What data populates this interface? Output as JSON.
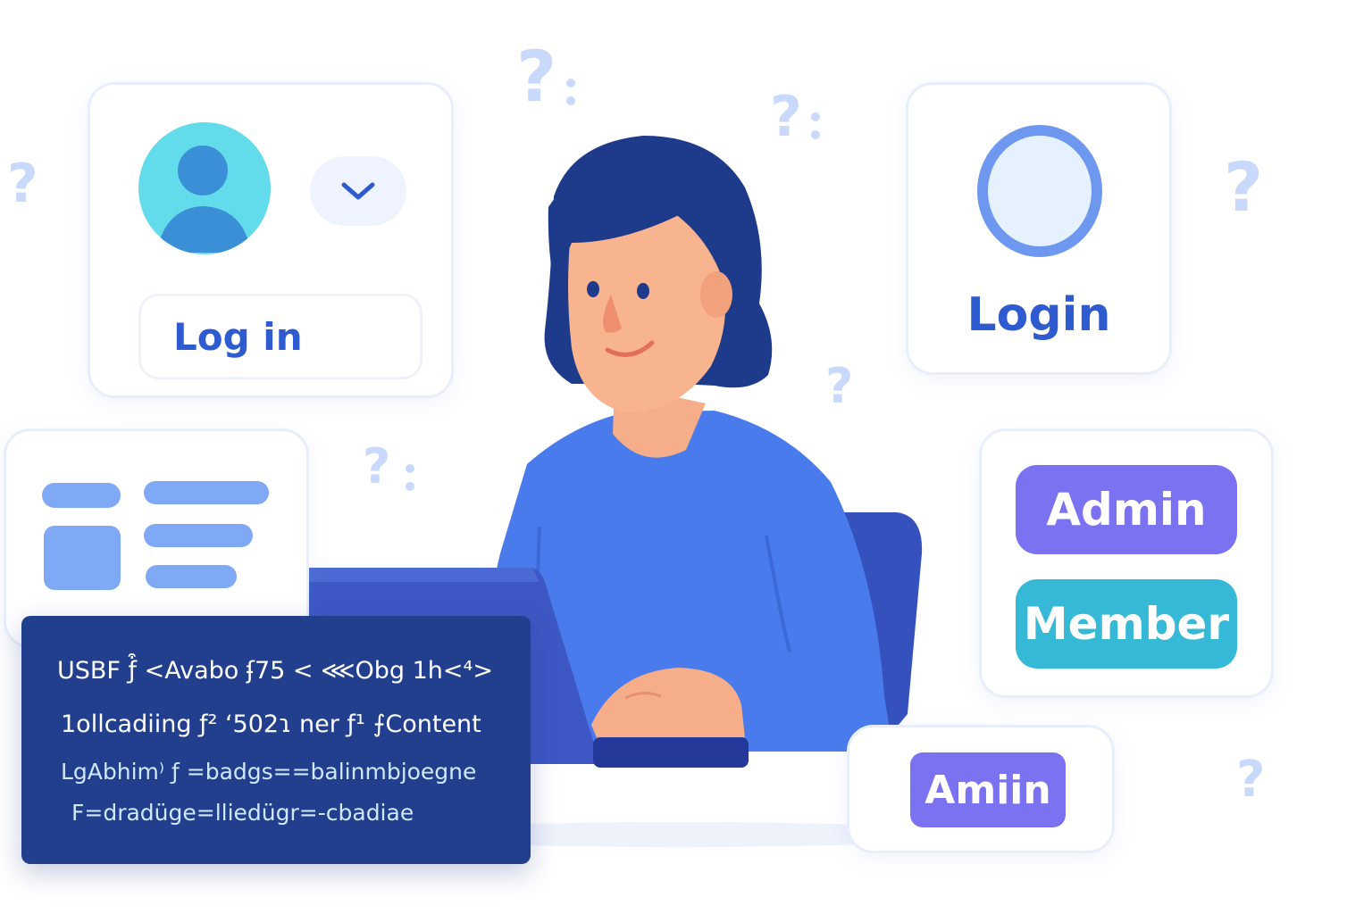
{
  "cards": {
    "login_card_left": {
      "field_label": "Log in"
    },
    "login_card_right": {
      "label": "Login"
    },
    "roles_card": {
      "admin_label": "Admin",
      "member_label": "Member"
    },
    "small_role_card": {
      "label": "Amiin"
    }
  },
  "code_panel": {
    "lines": [
      "USBF ƒ͒ <Avabo ʄ75 < ⋘Obg 1h<⁴>",
      "1ollcadiing ƒ² ʻ502ɿ ner ƒ¹ ⨍Content",
      "LgAbhim⁾ ƒ =badgs==balinmbjoegne",
      "F=dradüge=lliedügr=-cbadiae"
    ]
  },
  "decorations": {
    "question_mark": "?"
  },
  "colors": {
    "primary_blue": "#2f5bd0",
    "admin_purple": "#7b72f2",
    "member_cyan": "#36b9d6",
    "code_bg": "#213f8c",
    "sweater": "#4a7bec",
    "hair": "#1e3a8a",
    "skin": "#f8b48f"
  },
  "icons": [
    "user-avatar-icon",
    "chevron-down-icon",
    "empty-avatar-ring-icon",
    "list-skeleton-icon"
  ]
}
